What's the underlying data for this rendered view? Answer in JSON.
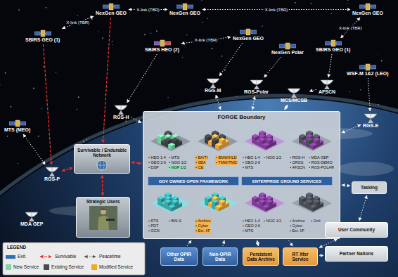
{
  "diagram": {
    "nodes": [
      {
        "text": [
          "NexGen GEO"
        ]
      },
      {
        "text": [
          "NexGen GEO"
        ]
      },
      {
        "text": [
          "NexGen GEO"
        ]
      },
      {
        "text": [
          "SBIRS GEO (1)"
        ]
      },
      {
        "text": [
          "SBIRS HEO (2)"
        ]
      },
      {
        "text": [
          "NexGen GEO"
        ]
      },
      {
        "text": [
          "NexGen Polar"
        ]
      },
      {
        "text": [
          "SBIRS GEO (1)"
        ]
      },
      {
        "text": [
          "WSF-M 1&2 (LEO)"
        ]
      },
      {
        "text": [
          "MTS (MEO)"
        ]
      },
      {
        "text": [
          "RGS-P"
        ]
      },
      {
        "text": [
          "RGS-H"
        ]
      },
      {
        "text": [
          "RGS-M"
        ]
      },
      {
        "text": [
          "RGS-Polar"
        ]
      },
      {
        "text": [
          "AFSCN"
        ]
      },
      {
        "text": [
          "MCS/MCSB"
        ]
      },
      {
        "text": [
          "RGS-E"
        ]
      },
      {
        "text": [
          "MDA GEP"
        ]
      },
      {
        "text": [
          "Survivable / Endurable Network"
        ]
      },
      {
        "text": [
          "Strategic Users"
        ]
      },
      {
        "text": [
          "FORGE Boundary"
        ]
      },
      {
        "text": [
          "GOV OWNED OPEN FRAMEWORK"
        ],
        "in": 20
      },
      {
        "text": [
          "ENTERPRISE GROUND SERVICES"
        ],
        "in": 20
      },
      {
        "text": [
          "Other OPIR Data"
        ]
      },
      {
        "text": [
          "Non-OPIR Data"
        ]
      },
      {
        "text": [
          "Persistent Data Archive"
        ]
      },
      {
        "text": [
          "RT Xfer Service"
        ]
      },
      {
        "text": [
          "Tasking"
        ]
      },
      {
        "text": [
          "User Community"
        ]
      },
      {
        "text": [
          "Partner Nations"
        ]
      }
    ],
    "edges": [
      {
        "from": 0,
        "to": 1,
        "arrow": "both",
        "label": "X-link (TBR)"
      },
      {
        "from": 1,
        "to": 2,
        "arrow": "both",
        "label": "X-link (TBR)"
      },
      {
        "from": 3,
        "to": 0,
        "arrow": "both",
        "label": "X-link (TBR)"
      },
      {
        "from": 4,
        "to": 5,
        "arrow": "both",
        "label": "X-link (TBR)"
      },
      {
        "from": 7,
        "to": 2,
        "arrow": "both",
        "label": "X-link (TBR)"
      },
      {
        "from": 3,
        "to": 10,
        "arrow": "to"
      },
      {
        "from": 9,
        "to": 10,
        "arrow": "both"
      },
      {
        "from": 0,
        "to": 18,
        "arrow": "to"
      },
      {
        "from": 4,
        "to": 11,
        "arrow": "to"
      },
      {
        "from": 5,
        "to": 12,
        "arrow": "to"
      },
      {
        "from": 6,
        "to": 13,
        "arrow": "to"
      },
      {
        "from": 7,
        "to": 14,
        "arrow": "to"
      },
      {
        "from": 8,
        "to": 16,
        "arrow": "to"
      },
      {
        "from": 10,
        "to": 18,
        "arrow": "both"
      },
      {
        "from": 19,
        "to": 18,
        "arrow": "both"
      },
      {
        "from": 18,
        "to": 20,
        "arrow": "both"
      },
      {
        "from": 11,
        "to": 20,
        "arrow": "to"
      },
      {
        "from": 12,
        "to": 20,
        "arrow": "both"
      },
      {
        "from": 13,
        "to": 20,
        "arrow": "both"
      },
      {
        "from": 14,
        "to": 15,
        "arrow": "to"
      },
      {
        "from": 15,
        "to": 20,
        "arrow": "both"
      },
      {
        "from": 16,
        "to": 20,
        "arrow": "both"
      },
      {
        "from": 23,
        "to": 20,
        "arrow": "to"
      },
      {
        "from": 24,
        "to": 20,
        "arrow": "to"
      },
      {
        "from": 20,
        "to": 25,
        "arrow": "both"
      },
      {
        "from": 20,
        "to": 26,
        "arrow": "to"
      },
      {
        "from": 20,
        "to": 27,
        "arrow": "both"
      },
      {
        "from": 26,
        "to": 28,
        "arrow": "both"
      },
      {
        "from": 26,
        "to": 29,
        "arrow": "to"
      },
      {
        "from": 27,
        "to": 28,
        "arrow": "both"
      }
    ],
    "labels": [
      "• HEO 1-4",
      "• GEO 2-6",
      "• DSP",
      "• MTS",
      "• NGG 1/2",
      "• NGP 1/2",
      "• BA/TI",
      "• SBA",
      "• CE",
      "• BMW/HLD",
      "• TMW/TMD",
      "• HEO 1-4",
      "• GEO 2-6",
      "• MTS",
      "• NGG 1/2",
      "• RGS-H",
      "• CRGS",
      "• AFSCN",
      "• MDA GEP",
      "• RGS-DEMO",
      "• RGS-POLAR",
      "• RTS",
      "• PDT",
      "• GCN",
      "• BIS-S",
      "• Archive",
      "• Cyber",
      "• Ext. I/F",
      "• HEO 1-4",
      "• GEO 2-6",
      "• MTS",
      "• NGG 1/2",
      "• Archive",
      "• Cyber",
      "• Ext. I/F",
      "• Ontl",
      "LEGEND"
    ],
    "legend": [
      {
        "text": "Exit.",
        "color": "#2f6db5"
      },
      {
        "text": "Survivable"
      },
      {
        "text": "Peacetime"
      },
      {
        "text": "New Service",
        "color": "#7ed6a5"
      },
      {
        "text": "Existing Service",
        "color": "#4a4a4a"
      },
      {
        "text": "Modified Service",
        "color": "#f5a623"
      }
    ]
  }
}
